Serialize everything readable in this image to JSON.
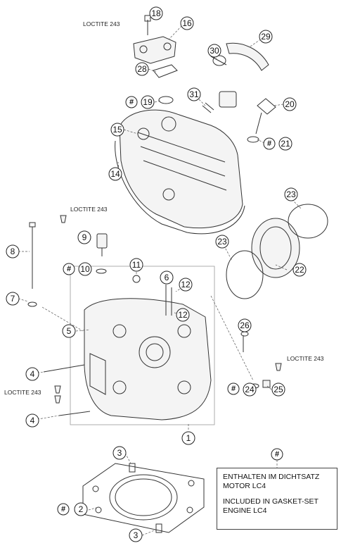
{
  "loctite_labels": [
    "LOCTITE 243",
    "LOCTITE 243",
    "LOCTITE 243",
    "LOCTITE 243"
  ],
  "hash_symbol": "#",
  "callouts": [
    "18",
    "16",
    "29",
    "30",
    "28",
    "19",
    "31",
    "20",
    "15",
    "21",
    "14",
    "23",
    "9",
    "8",
    "23",
    "10",
    "22",
    "11",
    "6",
    "12",
    "12",
    "7",
    "5",
    "26",
    "4",
    "24",
    "25",
    "4",
    "1",
    "3",
    "2",
    "3"
  ],
  "note": {
    "line1": "ENTHALTEN IM DICHTSATZ",
    "line2": "MOTOR LC4",
    "line3": "INCLUDED IN GASKET-SET",
    "line4": "ENGINE LC4"
  }
}
